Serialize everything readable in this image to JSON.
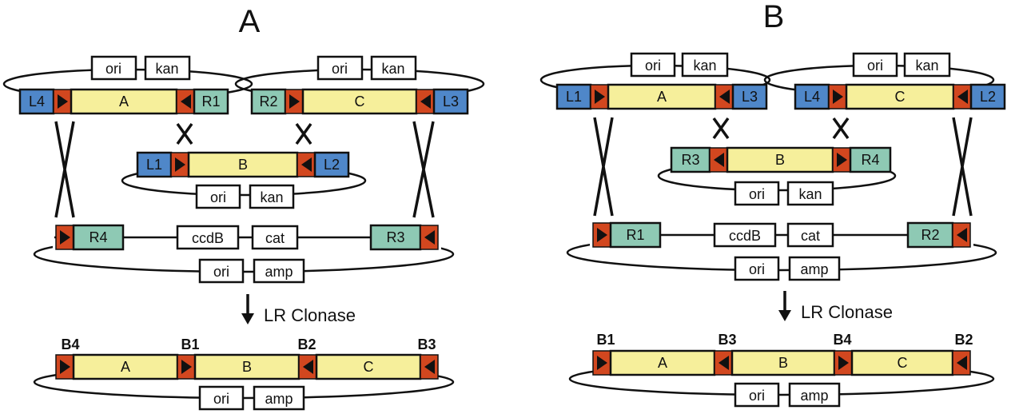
{
  "panel_a": {
    "title": "A",
    "plasmid_left": {
      "left": "L4",
      "insert": "A",
      "right": "R1",
      "ori": "ori",
      "marker": "kan"
    },
    "plasmid_right": {
      "left": "R2",
      "insert": "C",
      "right": "L3",
      "ori": "ori",
      "marker": "kan"
    },
    "plasmid_middle": {
      "left": "L1",
      "insert": "B",
      "right": "L2",
      "ori": "ori",
      "marker": "kan"
    },
    "destination": {
      "left": "R4",
      "gene1": "ccdB",
      "gene2": "cat",
      "right": "R3",
      "ori": "ori",
      "marker": "amp"
    },
    "reaction": "LR Clonase",
    "product": {
      "sites": [
        "B4",
        "B1",
        "B2",
        "B3"
      ],
      "inserts": [
        "A",
        "B",
        "C"
      ],
      "ori": "ori",
      "marker": "amp"
    }
  },
  "panel_b": {
    "title": "B",
    "plasmid_left": {
      "left": "L1",
      "insert": "A",
      "right": "L3",
      "ori": "ori",
      "marker": "kan"
    },
    "plasmid_right": {
      "left": "L4",
      "insert": "C",
      "right": "L2",
      "ori": "ori",
      "marker": "kan"
    },
    "plasmid_middle": {
      "left": "R3",
      "insert": "B",
      "right": "R4",
      "ori": "ori",
      "marker": "kan"
    },
    "destination": {
      "left": "R1",
      "gene1": "ccdB",
      "gene2": "cat",
      "right": "R2",
      "ori": "ori",
      "marker": "amp"
    },
    "reaction": "LR Clonase",
    "product": {
      "sites": [
        "B1",
        "B3",
        "B4",
        "B2"
      ],
      "inserts": [
        "A",
        "B",
        "C"
      ],
      "ori": "ori",
      "marker": "amp"
    }
  }
}
